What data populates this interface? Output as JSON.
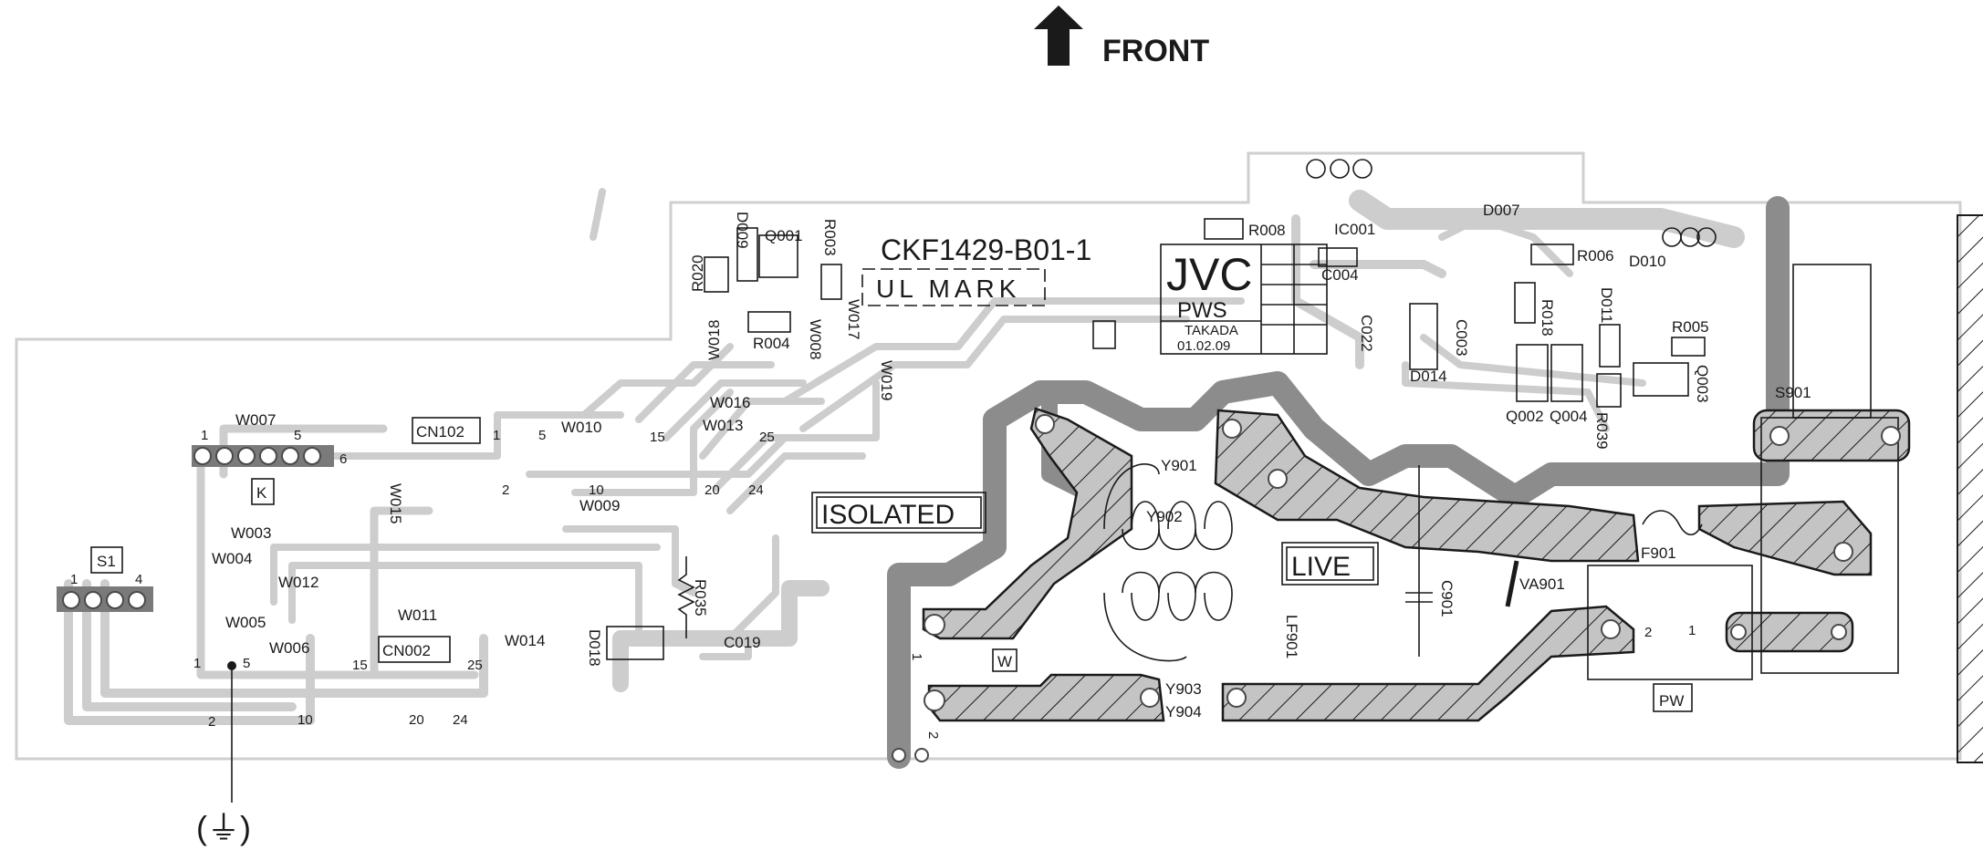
{
  "header": {
    "front_label": "FRONT"
  },
  "board": {
    "part_number": "CKF1429-B01-1",
    "ul_mark": "UL MARK",
    "brand": "JVC",
    "model": "PWS",
    "maker": "TAKADA",
    "date": "01.02.09",
    "isolated": "ISOLATED",
    "live": "LIVE",
    "ground_symbol": "(⏚)"
  },
  "components": {
    "r008": "R008",
    "ic001": "IC001",
    "d007": "D007",
    "r006": "R006",
    "d010": "D010",
    "c004": "C004",
    "c022": "C022",
    "r018": "R018",
    "c003": "C003",
    "d011": "D011",
    "r005": "R005",
    "d014": "D014",
    "q002": "Q002",
    "q004": "Q004",
    "r039": "R039",
    "q003": "Q003",
    "s901": "S901",
    "d009": "D009",
    "q001": "Q001",
    "r003": "R003",
    "r020": "R020",
    "w017": "W017",
    "r004": "R004",
    "w018": "W018",
    "w008": "W008",
    "w019": "W019",
    "w016": "W016",
    "w013": "W013",
    "w010": "W010",
    "cn102": "CN102",
    "w007": "W007",
    "k": "K",
    "w015": "W015",
    "w009": "W009",
    "s1": "S1",
    "w003": "W003",
    "w004": "W004",
    "w012": "W012",
    "w005": "W005",
    "w006": "W006",
    "cn002": "CN002",
    "w011": "W011",
    "w014": "W014",
    "d018": "D018",
    "r035": "R035",
    "c019": "C019",
    "y901": "Y901",
    "y902": "Y902",
    "y903": "Y903",
    "y904": "Y904",
    "c901": "C901",
    "va901": "VA901",
    "lf901": "LF901",
    "f901": "F901",
    "pw": "PW",
    "w": "W"
  },
  "pin_labels": {
    "k1": "1",
    "k5": "5",
    "k6": "6",
    "s1_1": "1",
    "s1_4": "4",
    "cn102_1": "1",
    "cn102_2": "2",
    "cn102_5": "5",
    "cn102_10": "10",
    "cn102_15": "15",
    "cn102_20": "20",
    "cn102_24": "24",
    "cn102_25": "25",
    "cn002_1": "1",
    "cn002_2": "2",
    "cn002_5": "5",
    "cn002_10": "10",
    "cn002_15": "15",
    "cn002_20": "20",
    "cn002_24": "24",
    "cn002_25": "25",
    "w_1": "1",
    "w_2": "2",
    "pw_1": "1",
    "pw_2": "2"
  }
}
